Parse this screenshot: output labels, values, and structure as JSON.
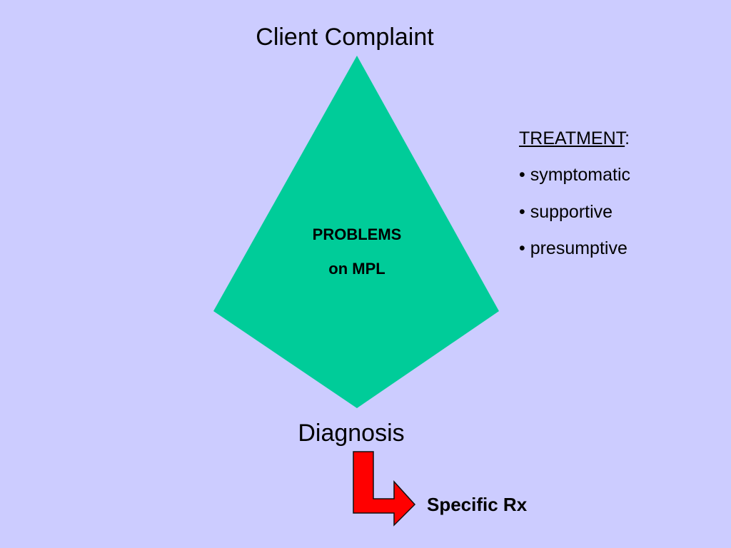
{
  "diagram": {
    "top_label": "Client Complaint",
    "bottom_label": "Diagnosis",
    "center_line_1": "PROBLEMS",
    "center_line_2": "on MPL",
    "treatment": {
      "heading": "TREATMENT",
      "colon": ":",
      "items": [
        "• symptomatic",
        "• supportive",
        "• presumptive"
      ]
    },
    "rx_label": "Specific Rx",
    "colors": {
      "background": "#ccccff",
      "kite_fill": "#00cc99",
      "arrow_fill": "#ff0000",
      "arrow_stroke": "#111111"
    }
  }
}
